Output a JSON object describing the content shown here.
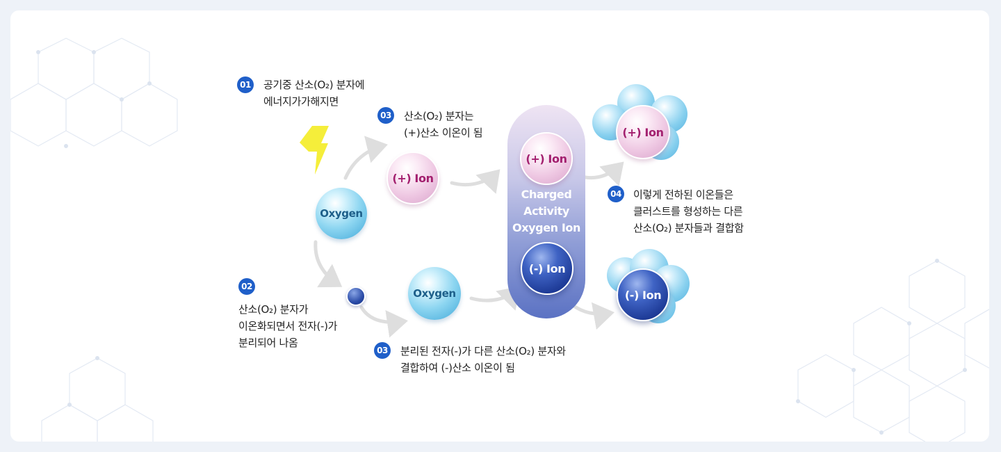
{
  "steps": {
    "s01": {
      "no": "01",
      "line1": "공기중 산소(O₂) 분자에",
      "line2": "에너지가가해지면"
    },
    "s02": {
      "no": "02",
      "line1": "산소(O₂) 분자가",
      "line2": "이온화되면서 전자(-)가",
      "line3": "분리되어 나옴"
    },
    "s03a": {
      "no": "03",
      "line1": "산소(O₂) 분자는",
      "line2": "(+)산소 이온이 됨"
    },
    "s03b": {
      "no": "03",
      "line1": "분리된 전자(-)가 다른 산소(O₂) 분자와",
      "line2": "결합하여 (-)산소 이온이 됨"
    },
    "s04": {
      "no": "04",
      "line1": "이렇게 전하된 이온들은",
      "line2": "클러스트를 형성하는 다른",
      "line3": "산소(O₂) 분자들과 결합함"
    }
  },
  "molecules": {
    "oxygen_main": "Oxygen",
    "oxygen_second": "Oxygen",
    "pos_ion": "(+) Ion",
    "column_pos_ion": "(+) Ion",
    "column_neg_ion": "(-) Ion",
    "cluster_pos_ion": "(+) Ion",
    "cluster_neg_ion": "(-) Ion"
  },
  "column": {
    "line1": "Charged",
    "line2": "Activity",
    "line3": "Oxygen Ion"
  },
  "colors": {
    "step_badge": "#1f5fc9",
    "pos_text": "#a3206f",
    "oxygen_text": "#1d5f8a",
    "neg_ion": "#1e3b97",
    "bolt": "#f5ee3a"
  },
  "icons": [
    "lightning-icon",
    "electron-icon",
    "arrow-icon"
  ]
}
